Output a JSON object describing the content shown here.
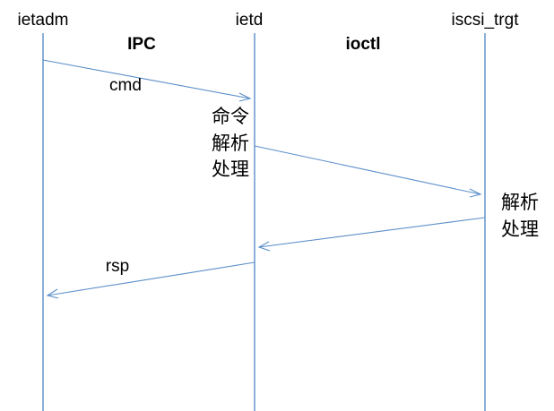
{
  "actors": {
    "ietadm": "ietadm",
    "ietd": "ietd",
    "iscsi_trgt": "iscsi_trgt"
  },
  "channels": {
    "ipc": "IPC",
    "ioctl": "ioctl"
  },
  "messages": {
    "cmd": "cmd",
    "rsp": "rsp"
  },
  "notes": {
    "ietd_processing": [
      "命令",
      "解析",
      "处理"
    ],
    "iscsi_processing": [
      "解析",
      "处理"
    ]
  },
  "colors": {
    "line": "#5b8fc9",
    "text": "#000000"
  }
}
